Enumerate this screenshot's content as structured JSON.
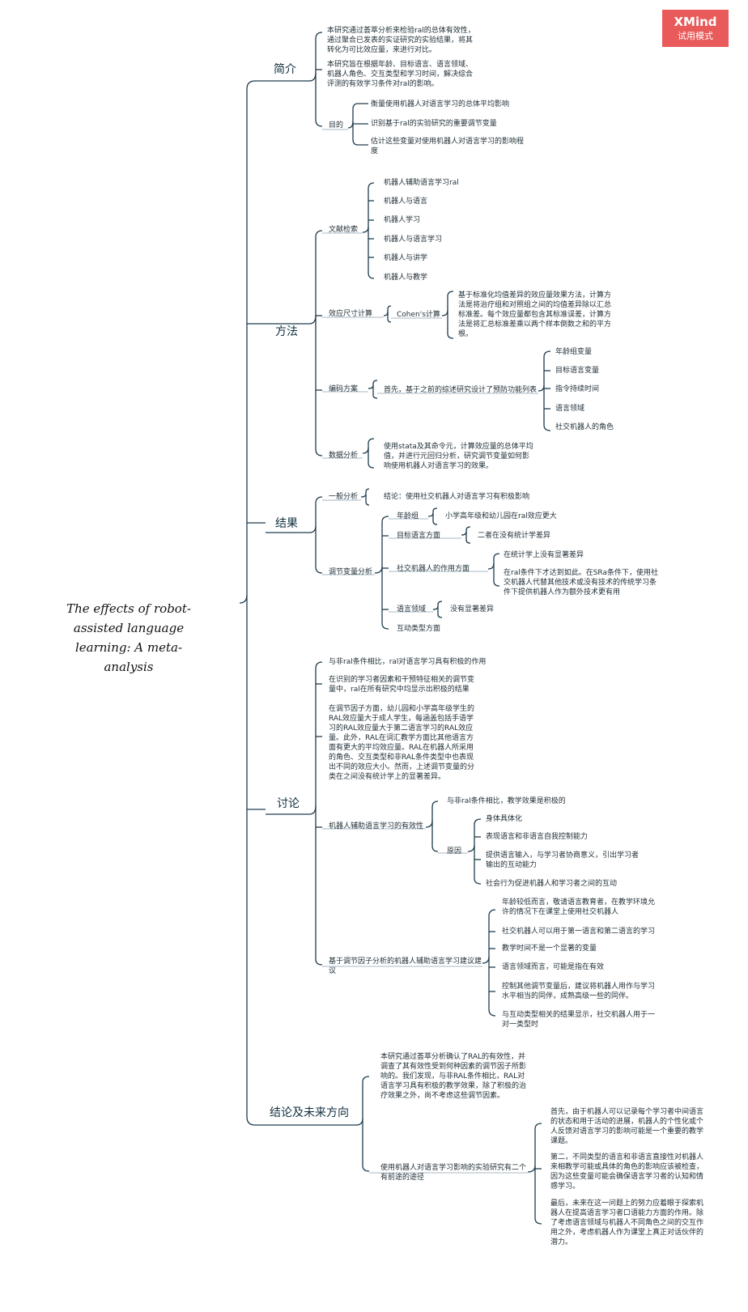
{
  "watermark": {
    "brand": "XMind",
    "mode": "试用模式"
  },
  "root": {
    "title": "The effects of robot-assisted language learning: A meta-analysis"
  },
  "intro": {
    "label": "简介",
    "p1": "本研究通过荟萃分析来检验ral的总体有效性，通过聚合已发表的实证研究的实验结果，将其转化为可比效应量，来进行对比。",
    "p2": "本研究旨在根据年龄、目标语言、语言领域、机器人角色、交互类型和学习时间，解决综合评测的有效学习条件对ral的影响。",
    "goal_label": "目的",
    "goals": [
      "衡量使用机器人对语言学习的总体平均影响",
      "识别基于ral的实验研究的重要调节变量",
      "估计这些变量对使用机器人对语言学习的影响程度"
    ]
  },
  "method": {
    "label": "方法",
    "lit_label": "文献检索",
    "lit_items": [
      "机器人辅助语言学习ral",
      "机器人与语言",
      "机器人学习",
      "机器人与语言学习",
      "机器人与讲学",
      "机器人与教学"
    ],
    "effect_label": "效应尺寸计算",
    "cohen_label": "Cohen's计算",
    "cohen_desc": "基于标准化均值差异的效应量效果方法，计算方法是将治疗组和对照组之间的均值差异除以汇总标准差。每个效应量都包含其标准误差，计算方法是将汇总标准差乘以两个样本倒数之和的平方根。",
    "coding_label": "编码方案",
    "coding_desc": "首先，基于之前的综述研究设计了预防功能列表",
    "coding_items": [
      "年龄组变量",
      "目标语言变量",
      "指令持续时间",
      "语言领域",
      "社交机器人的角色"
    ],
    "analysis_label": "数据分析",
    "analysis_desc": "使用stata及其命令元，计算效应量的总体平均值，并进行元回归分析，研究调节变量如何影响使用机器人对语言学习的效果。"
  },
  "results": {
    "label": "结果",
    "general_label": "一般分析",
    "general_desc": "结论：使用社交机器人对语言学习有积极影响",
    "moderator_label": "调节变量分析",
    "age_label": "年龄组",
    "age_desc": "小学高年级和幼儿园在ral效应更大",
    "target_label": "目标语言方面",
    "target_desc": "二者在没有统计学差异",
    "role_label": "社交机器人的作用方面",
    "role_items": [
      "在统计学上没有显著差异",
      "在ral条件下才达到如此。在SRa条件下，使用社交机器人代替其他技术或没有技术的传统学习条件下提供机器人作为额外技术更有用"
    ],
    "domain_label": "语言领域",
    "domain_desc": "没有显著差异",
    "interaction_label": "互动类型方面"
  },
  "discussion": {
    "label": "讨论",
    "p1": "与非ral条件相比，ral对语言学习具有积极的作用",
    "p2": "在识别的学习者因素和干预特征相关的调节变量中，ral在所有研究中均显示出积极的结果",
    "p3": "在调节因子方面，幼儿园和小学高年级学生的RAL效应量大于成人学生，每涵盖包括手语学习的RAL效应量大于第二语言学习的RAL效应量。此外，RAL在词汇教学方面比其他语言方面有更大的平均效应量。RAL在机器人所采用的角色、交互类型和非RAL条件类型中也表现出不同的效应大小。然而，上述调节变量的分类在之间没有统计学上的显著差异。",
    "effect_label": "机器人辅助语言学习的有效性",
    "effect_desc": "与非ral条件相比，教学效果是积极的",
    "reason_label": "原因",
    "reasons": [
      "身体具体化",
      "表现语言和非语言自我控制能力",
      "提供语言输入，与学习者协商意义，引出学习者输出的互动能力",
      "社会行为促进机器人和学习者之间的互动"
    ],
    "advice_label": "基于调节因子分析的机器人辅助语言学习建议建议",
    "advice_items": [
      "年龄较低而言，敬请语言教育者，在教学环境允许的情况下在课堂上使用社交机器人",
      "社交机器人可以用于第一语言和第二语言的学习",
      "教学时间不是一个显著的变量",
      "语言领域而言，可能是指在有效",
      "控制其他调节变量后，建议将机器人用作与学习水平相当的同伴，成熟高级一些的同伴。",
      "与互动类型相关的结果显示，社交机器人用于一对一类型时"
    ]
  },
  "conclusion": {
    "label": "结论及未来方向",
    "summary": "本研究通过荟萃分析确认了RAL的有效性，并调查了其有效性受到何种因素的调节因子所影响的。我们发现，与非RAL条件相比，RAL对语言学习具有积极的教学效果，除了积极的治疗效果之外，尚不考虑这些调节因素。",
    "future_label": "使用机器人对语言学习影响的实验研究有二个有前途的途径",
    "future_items": [
      "首先，由于机器人可以记录每个学习者中间语言的状态和用于活动的进展，机器人的个性化或个人反馈对语言学习的影响可能是一个重要的教学课题。",
      "第二，不同类型的语言和非语言直接性对机器人来相教学可能或具体的角色的影响应该被检查，因为这些变量可能会确保语言学习者的认知和情感学习。",
      "最后，未来在这一问题上的努力应着眼于探索机器人在提高语言学习者口语能力方面的作用。除了考虑语言领域与机器人不同角色之间的交互作用之外，考虑机器人作为课堂上真正对话伙伴的潜力。"
    ]
  }
}
